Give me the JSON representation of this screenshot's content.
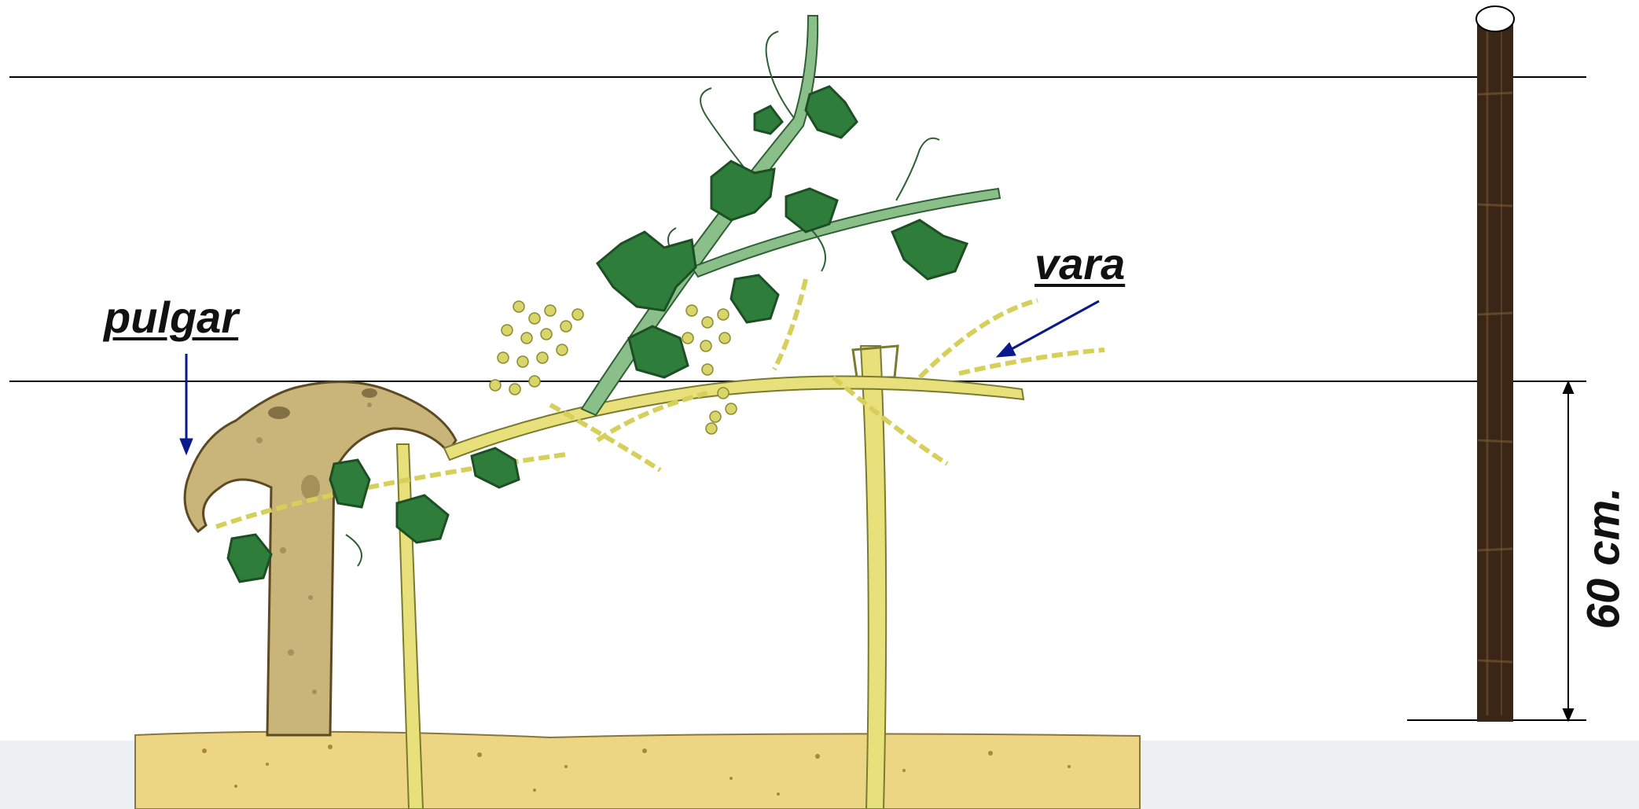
{
  "labels": {
    "pulgar": "pulgar",
    "vara": "vara",
    "height": "60 cm."
  },
  "colors": {
    "wire": "#000000",
    "arrow": "#0a1a8c",
    "trunk": "#c9b47a",
    "trunk_dark": "#8a7440",
    "shoot": "#e8e07a",
    "leaf": "#2f7d3a",
    "leaf_dark": "#1d4f25",
    "flower": "#d8d56a",
    "soil": "#e9d27a",
    "post": "#3a2616",
    "post_grain": "#6b4a2a"
  },
  "icons": [
    "vine-trunk",
    "grape-leaf",
    "flower-cluster",
    "wooden-post",
    "support-stake"
  ]
}
